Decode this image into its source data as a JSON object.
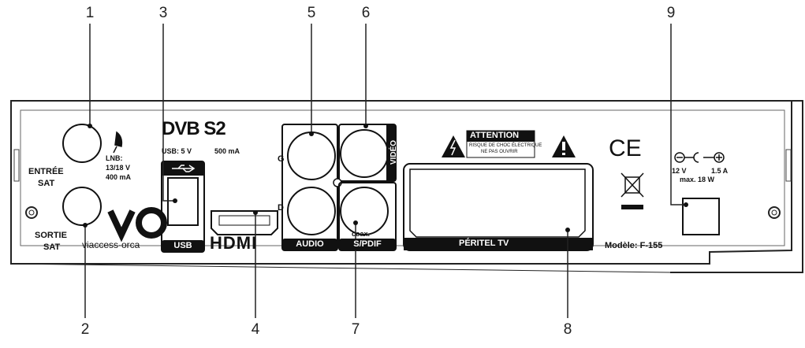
{
  "callouts": [
    "1",
    "2",
    "3",
    "4",
    "5",
    "6",
    "7",
    "8",
    "9"
  ],
  "labels": {
    "entree": "ENTRÉE",
    "sat1": "SAT",
    "sortie": "SORTIE",
    "sat2": "SAT",
    "lnb1": "LNB:",
    "lnb2": "13/18 V",
    "lnb3": "400 mA",
    "dvb_logo": "DVB S2",
    "usb_power": "USB: 5 V",
    "usb_current": "500 mA",
    "usb": "USB",
    "hdmi": "HDMI",
    "g": "G",
    "d": "D",
    "audio": "AUDIO",
    "video": "VIDÉO",
    "coax": "coax.",
    "spdif": "S/PDIF",
    "attention": "ATTENTION",
    "warn1": "RISQUE DE CHOC ÉLECTRIQUE",
    "warn2": "NE PAS OUVRIR",
    "peritel": "PÉRITEL TV",
    "ce": "CE",
    "power1": "12 V",
    "power2": "1.5 A",
    "power3": "max. 18 W",
    "model": "Modèle: F-155",
    "brand_logo": "VO",
    "brand": "viaccess·orca"
  }
}
